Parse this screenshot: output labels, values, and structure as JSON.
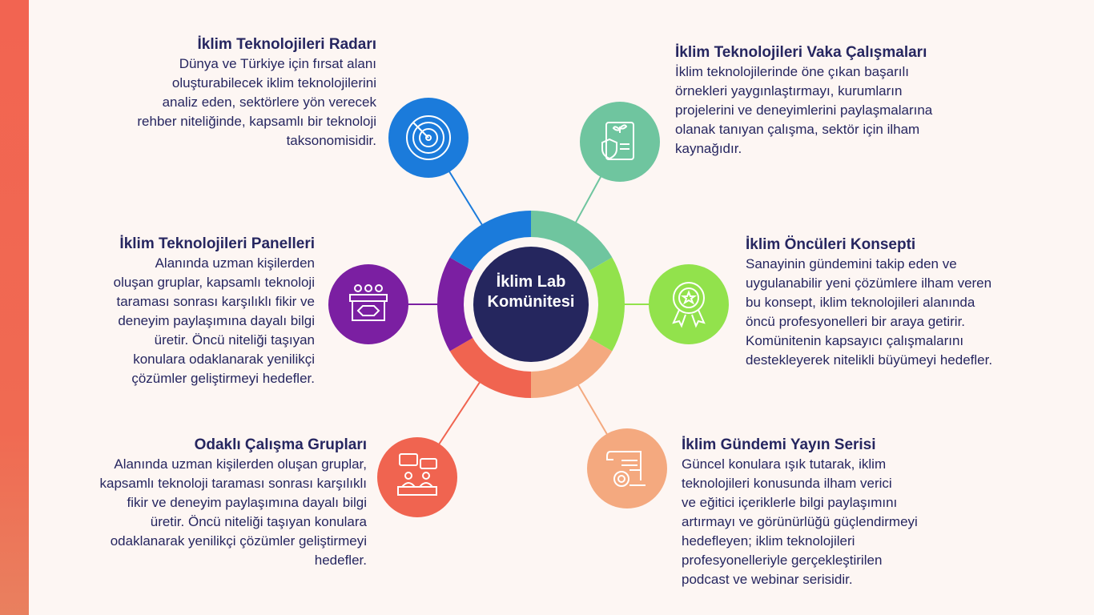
{
  "center": {
    "line1": "İklim Lab",
    "line2": "Komünitesi"
  },
  "colors": {
    "background": "#fdf6f3",
    "text": "#262660",
    "radar": "#1b7bdb",
    "vaka": "#6fc59f",
    "oncu": "#92e24c",
    "yayin": "#f4a97f",
    "odakli": "#f06450",
    "paneller": "#7b1fa2"
  },
  "items": [
    {
      "title": "İklim Teknolojileri Radarı",
      "icon": "radar-icon",
      "lines": [
        "Dünya ve Türkiye için fırsat alanı",
        "oluşturabilecek iklim teknolojilerini",
        "analiz eden, sektörlere yön verecek",
        "rehber niteliğinde, kapsamlı bir teknoloji",
        "taksonomisidir."
      ]
    },
    {
      "title": "İklim Teknolojileri Vaka Çalışmaları",
      "icon": "certificate-icon",
      "lines": [
        "İklim teknolojilerinde öne çıkan başarılı",
        "örnekleri yaygınlaştırmayı, kurumların",
        "projelerini ve deneyimlerini paylaşmalarına",
        "olanak tanıyan çalışma, sektör için ilham",
        "kaynağıdır."
      ]
    },
    {
      "title": "İklim Teknolojileri Panelleri",
      "icon": "panel-icon",
      "lines": [
        "Alanında uzman kişilerden",
        "oluşan gruplar, kapsamlı teknoloji",
        "taraması sonrası karşılıklı fikir ve",
        "deneyim paylaşımına dayalı bilgi",
        "üretir. Öncü niteliği taşıyan",
        "konulara odaklanarak yenilikçi",
        "çözümler geliştirmeyi hedefler."
      ]
    },
    {
      "title": "İklim Öncüleri Konsepti",
      "icon": "award-badge-icon",
      "lines": [
        "Sanayinin gündemini takip eden ve",
        "uygulanabilir yeni çözümlere ilham veren",
        "bu konsept, iklim teknolojileri alanında",
        "öncü profesyonelleri bir araya getirir.",
        "Komünitenin kapsayıcı çalışmalarını",
        "destekleyerek nitelikli büyümeyi hedefler."
      ]
    },
    {
      "title": "Odaklı Çalışma Grupları",
      "icon": "discussion-group-icon",
      "lines": [
        "Alanında uzman kişilerden oluşan gruplar,",
        "kapsamlı teknoloji taraması sonrası karşılıklı",
        "fikir ve deneyim paylaşımına dayalı bilgi",
        "üretir. Öncü niteliği taşıyan konulara",
        "odaklanarak yenilikçi çözümler geliştirmeyi",
        "hedefler."
      ]
    },
    {
      "title": "İklim Gündemi Yayın Serisi",
      "icon": "publication-scroll-icon",
      "lines": [
        "Güncel konulara ışık tutarak, iklim",
        "teknolojileri konusunda ilham verici",
        "ve eğitici içeriklerle bilgi paylaşımını",
        "artırmayı ve görünürlüğü güçlendirmeyi",
        "hedefleyen; iklim teknolojileri",
        "profesyonelleriyle gerçekleştirilen",
        "podcast ve webinar serisidir."
      ]
    }
  ]
}
